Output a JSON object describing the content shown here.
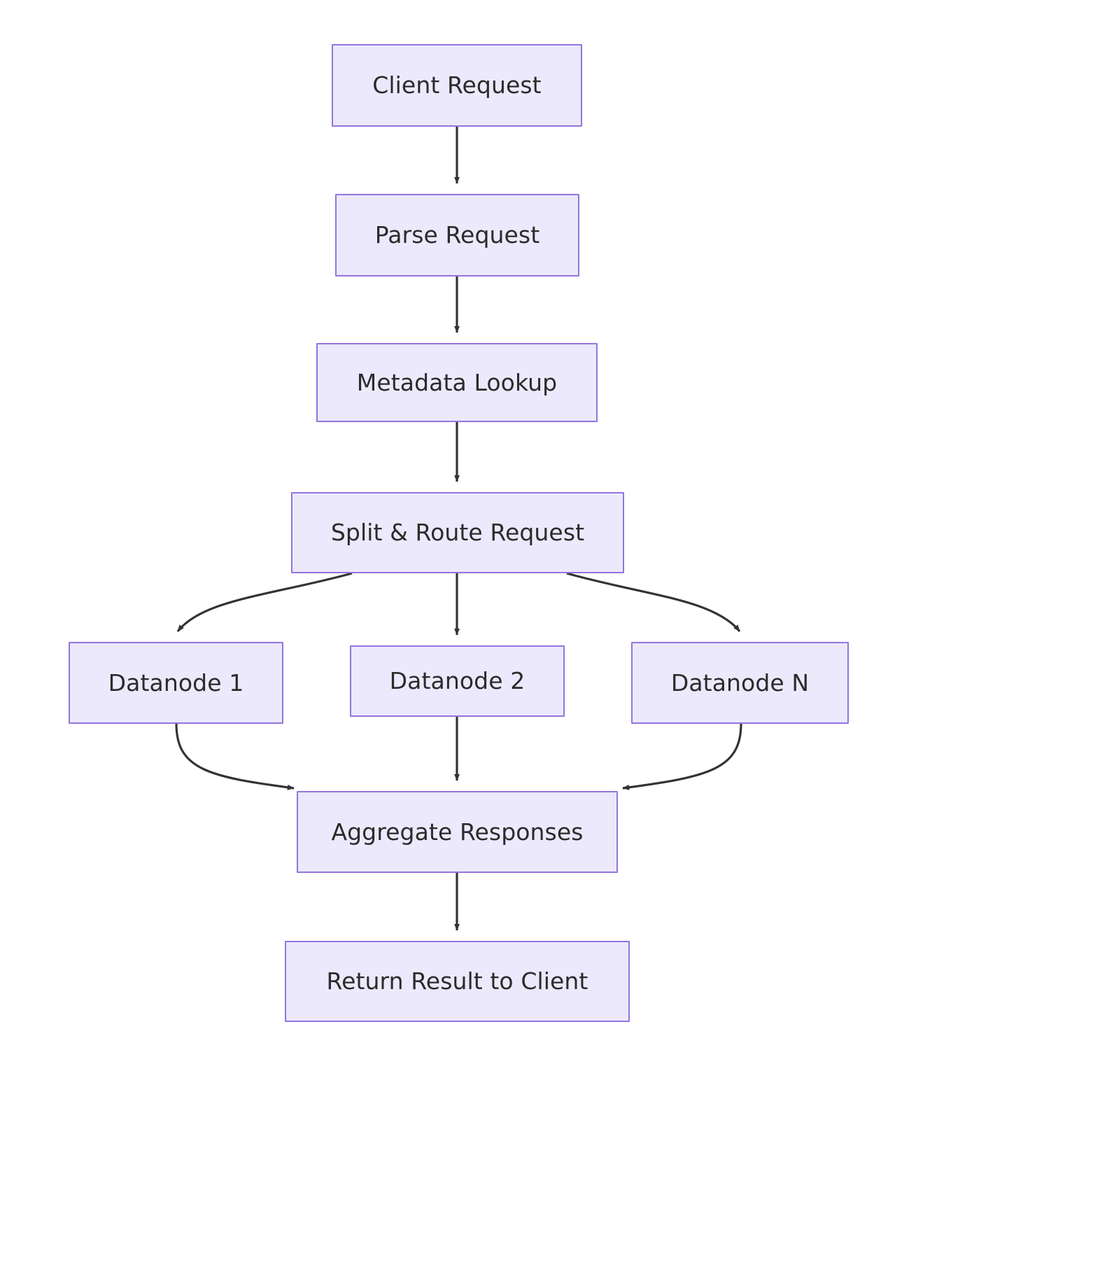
{
  "diagram": {
    "type": "flowchart",
    "orientation": "top-down",
    "background": "#ffffff",
    "node_fill": "#ece9fc",
    "node_stroke": "#9474dd",
    "node_text_color": "#2b2b2b",
    "edge_color": "#333333",
    "nodes": [
      {
        "id": "client-request",
        "label": "Client Request"
      },
      {
        "id": "parse-request",
        "label": "Parse Request"
      },
      {
        "id": "metadata-lookup",
        "label": "Metadata Lookup"
      },
      {
        "id": "split-route",
        "label": "Split & Route Request"
      },
      {
        "id": "datanode-1",
        "label": "Datanode 1"
      },
      {
        "id": "datanode-2",
        "label": "Datanode 2"
      },
      {
        "id": "datanode-n",
        "label": "Datanode N"
      },
      {
        "id": "aggregate",
        "label": "Aggregate Responses"
      },
      {
        "id": "return-result",
        "label": "Return Result to Client"
      }
    ],
    "edges": [
      {
        "from": "client-request",
        "to": "parse-request",
        "style": "straight"
      },
      {
        "from": "parse-request",
        "to": "metadata-lookup",
        "style": "straight"
      },
      {
        "from": "metadata-lookup",
        "to": "split-route",
        "style": "straight"
      },
      {
        "from": "split-route",
        "to": "datanode-1",
        "style": "curve-left"
      },
      {
        "from": "split-route",
        "to": "datanode-2",
        "style": "straight"
      },
      {
        "from": "split-route",
        "to": "datanode-n",
        "style": "curve-right"
      },
      {
        "from": "datanode-1",
        "to": "aggregate",
        "style": "curve-right"
      },
      {
        "from": "datanode-2",
        "to": "aggregate",
        "style": "straight"
      },
      {
        "from": "datanode-n",
        "to": "aggregate",
        "style": "curve-left"
      },
      {
        "from": "aggregate",
        "to": "return-result",
        "style": "straight"
      }
    ]
  }
}
